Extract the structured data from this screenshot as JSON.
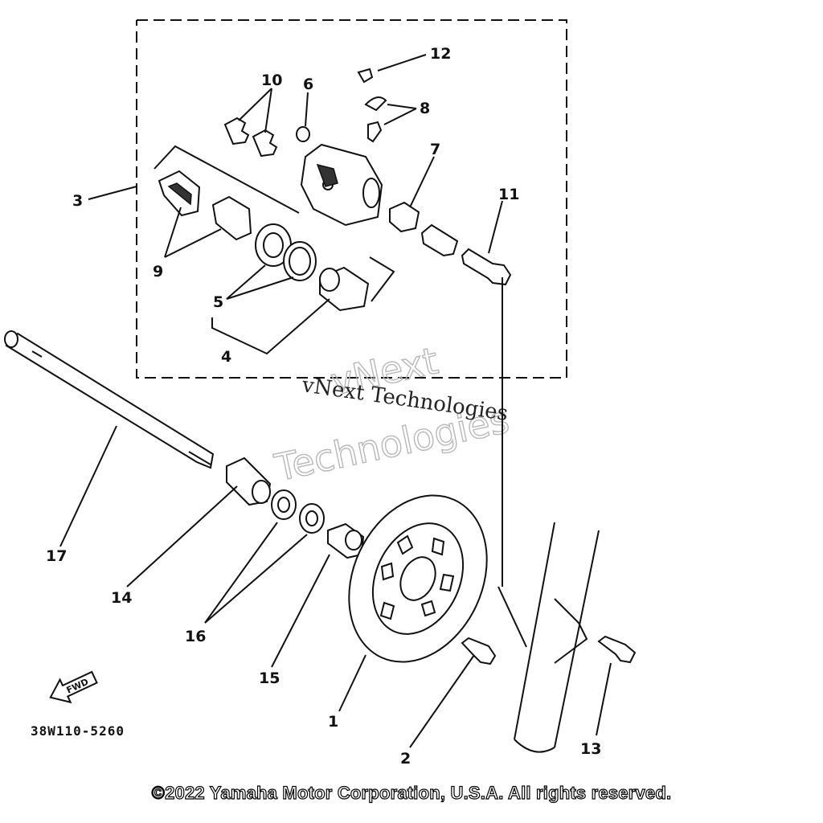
{
  "callouts": {
    "c1": "1",
    "c2": "2",
    "c3": "3",
    "c4": "4",
    "c5": "5",
    "c6": "6",
    "c7": "7",
    "c8": "8",
    "c9": "9",
    "c10": "10",
    "c11": "11",
    "c12": "12",
    "c13": "13",
    "c14": "14",
    "c15": "15",
    "c16": "16",
    "c17": "17"
  },
  "fwd_label": "FWD",
  "diagram_code": "38W110-5260",
  "watermark": {
    "line1": "vNext",
    "line2": "Technologies",
    "small": "vNext Technologies"
  },
  "copyright": "©2022 Yamaha Motor Corporation, U.S.A. All rights reserved."
}
